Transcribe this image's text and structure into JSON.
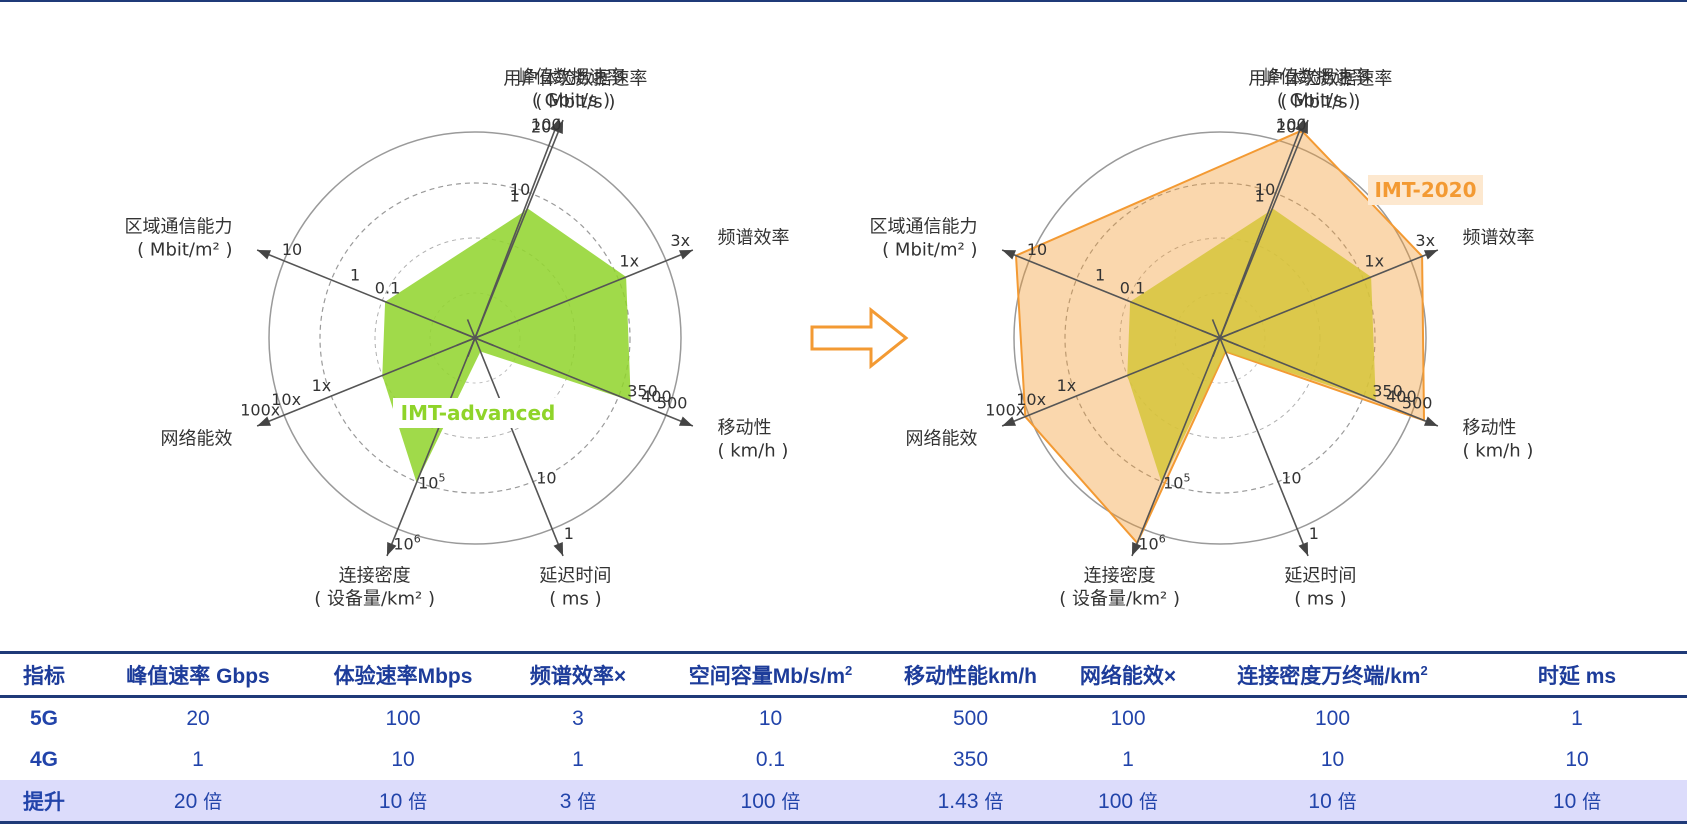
{
  "chart_data": [
    {
      "type": "radar",
      "series": [
        {
          "name": "IMT-advanced",
          "color": "#8fd42a",
          "values": [
            1,
            10,
            1,
            350,
            1,
            10,
            1,
            0.1
          ]
        }
      ],
      "axes": [
        {
          "title": [
            "峰值数据速率",
            "( Gbit/s )"
          ],
          "ticks": [
            {
              "v": "1"
            },
            {
              "v": "20"
            }
          ]
        },
        {
          "title": [
            "用户体验数据速率",
            "( Mbit/s )"
          ],
          "ticks": [
            {
              "v": "10"
            },
            {
              "v": "100"
            }
          ]
        },
        {
          "title": [
            "频谱效率"
          ],
          "ticks": [
            {
              "v": "1x"
            },
            {
              "v": "3x"
            }
          ]
        },
        {
          "title": [
            "移动性",
            "( km/h )"
          ],
          "ticks": [
            {
              "v": "350"
            },
            {
              "v": "400"
            },
            {
              "v": "500"
            }
          ]
        },
        {
          "title": [
            "延迟时间",
            "( ms )"
          ],
          "ticks": [
            {
              "v": "10"
            },
            {
              "v": "1"
            }
          ]
        },
        {
          "title": [
            "连接密度",
            "( 设备量/km² )"
          ],
          "ticks": [
            {
              "v": "10",
              "s": "5"
            },
            {
              "v": "10",
              "s": "6"
            }
          ]
        },
        {
          "title": [
            "网络能效"
          ],
          "ticks": [
            {
              "v": "1x"
            },
            {
              "v": "10x"
            },
            {
              "v": "100x"
            }
          ]
        },
        {
          "title": [
            "区域通信能力",
            "( Mbit/m² )"
          ],
          "ticks": [
            {
              "v": "0.1"
            },
            {
              "v": "1"
            },
            {
              "v": "10"
            }
          ]
        }
      ]
    },
    {
      "type": "radar",
      "series": [
        {
          "name": "IMT-2020",
          "color": "#f39a33",
          "values": [
            20,
            100,
            3,
            500,
            1,
            1000000,
            100,
            10
          ]
        },
        {
          "name": "",
          "color": "#d6c63a",
          "values": [
            1,
            10,
            1,
            350,
            1,
            10,
            1,
            0.1
          ]
        }
      ],
      "axes": [
        {
          "title": [
            "峰值数据速率",
            "( Gbit/s )"
          ],
          "ticks": [
            {
              "v": "1"
            },
            {
              "v": "20"
            }
          ]
        },
        {
          "title": [
            "用户体验数据速率",
            "( Mbit/s )"
          ],
          "ticks": [
            {
              "v": "10"
            },
            {
              "v": "100"
            }
          ]
        },
        {
          "title": [
            "频谱效率"
          ],
          "ticks": [
            {
              "v": "1x"
            },
            {
              "v": "3x"
            }
          ]
        },
        {
          "title": [
            "移动性",
            "( km/h )"
          ],
          "ticks": [
            {
              "v": "350"
            },
            {
              "v": "400"
            },
            {
              "v": "500"
            }
          ]
        },
        {
          "title": [
            "延迟时间",
            "( ms )"
          ],
          "ticks": [
            {
              "v": "10"
            },
            {
              "v": "1"
            }
          ]
        },
        {
          "title": [
            "连接密度",
            "( 设备量/km² )"
          ],
          "ticks": [
            {
              "v": "10",
              "s": "5"
            },
            {
              "v": "10",
              "s": "6"
            }
          ]
        },
        {
          "title": [
            "网络能效"
          ],
          "ticks": [
            {
              "v": "1x"
            },
            {
              "v": "10x"
            },
            {
              "v": "100x"
            }
          ]
        },
        {
          "title": [
            "区域通信能力",
            "( Mbit/m² )"
          ],
          "ticks": [
            {
              "v": "0.1"
            },
            {
              "v": "1"
            },
            {
              "v": "10"
            }
          ]
        }
      ]
    }
  ],
  "arrow_color": "#f39a33",
  "table": {
    "headers": [
      "指标",
      "峰值速率 Gbps",
      "体验速率Mbps",
      "频谱效率×",
      "空间容量Mb/s/m²",
      "移动性能km/h",
      "网络能效×",
      "连接密度万终端/km²",
      "时延 ms"
    ],
    "rows": [
      {
        "label": "5G",
        "cells": [
          "20",
          "100",
          "3",
          "10",
          "500",
          "100",
          "100",
          "1"
        ]
      },
      {
        "label": "4G",
        "cells": [
          "1",
          "10",
          "1",
          "0.1",
          "350",
          "1",
          "10",
          "10"
        ]
      },
      {
        "label": "提升",
        "cells": [
          "20 倍",
          "10 倍",
          "3 倍",
          "100 倍",
          "1.43 倍",
          "100 倍",
          "10 倍",
          "10 倍"
        ]
      }
    ]
  }
}
